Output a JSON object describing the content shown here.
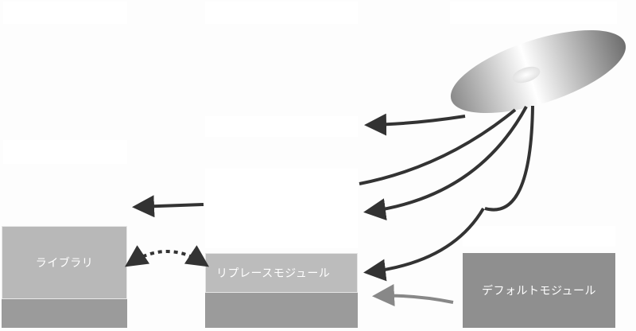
{
  "boxes": {
    "library": {
      "label": "ライブラリ"
    },
    "replace_module": {
      "label": "リプレースモジュール"
    },
    "default_module": {
      "label": "デフォルトモジュール"
    }
  },
  "colors": {
    "background": "#fdfdfd",
    "library_fill": "#b8b8b8",
    "replace_fill": "#bcbcbc",
    "default_fill": "#8f8f8f",
    "base_fill": "#9b9b9b",
    "arrow_dark": "#333333",
    "arrow_gray": "#888888"
  },
  "icons": {
    "disc": "disc-icon"
  }
}
